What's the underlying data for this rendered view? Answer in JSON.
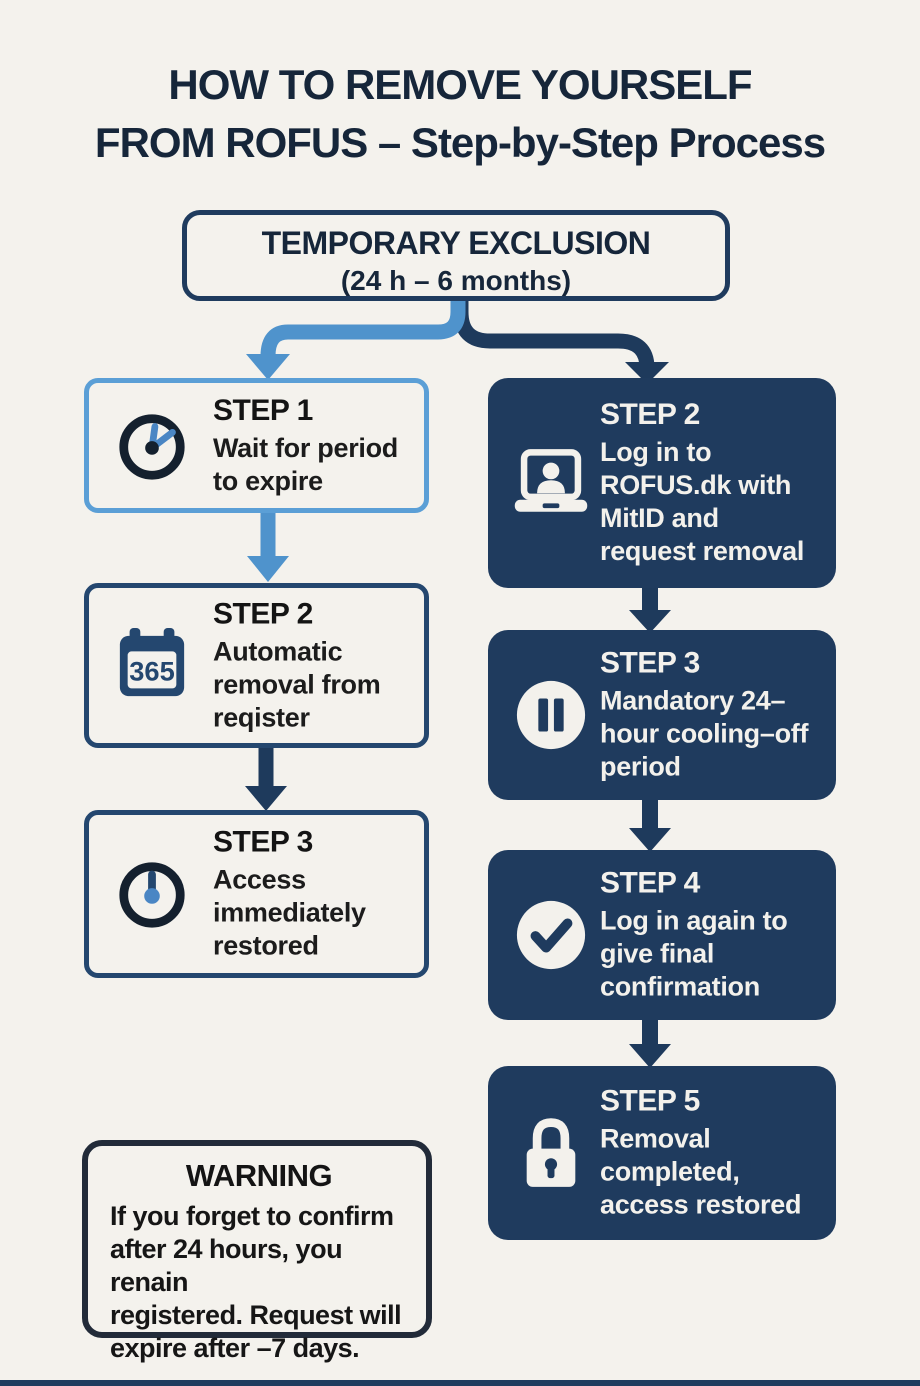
{
  "page": {
    "title_line1": "HOW TO REMOVE YOURSELF",
    "title_line2": "FROM ROFUS – Step-by-Step Process"
  },
  "root_node": {
    "title": "TEMPORARY EXCLUSION",
    "subtitle": "(24 h – 6 months)"
  },
  "left_branch": {
    "accent_color": "#4f93cc",
    "calendar_icon_text": "365",
    "steps": [
      {
        "label": "STEP 1",
        "description": "Wait for period\nto expire",
        "icon": "clock-icon"
      },
      {
        "label": "STEP 2",
        "description": "Automatic\nremoval from\nreqister",
        "icon": "calendar-365-icon"
      },
      {
        "label": "STEP 3",
        "description": "Access\nimmediately\nrestored",
        "icon": "clock-restored-icon"
      }
    ]
  },
  "right_branch": {
    "accent_color": "#1f3b5e",
    "steps": [
      {
        "label": "STEP 2",
        "description": "Log in to\nROFUS.dk with\nMitID and\nrequest removal",
        "icon": "laptop-user-icon"
      },
      {
        "label": "STEP 3",
        "description": "Mandatory 24–\nhour cooling–off\nperiod",
        "icon": "pause-icon"
      },
      {
        "label": "STEP 4",
        "description": "Log in again to\ngive final\nconfirmation",
        "icon": "check-icon"
      },
      {
        "label": "STEP 5",
        "description": "Removal\ncompleted,\naccess restored",
        "icon": "lock-icon"
      }
    ]
  },
  "warning": {
    "title": "WARNING",
    "body": "If you forget to confirm\nafter 24 hours, you renain\nregistered. Request will\nexpire after –7 days."
  },
  "colors": {
    "background": "#f4f2ed",
    "navy": "#1f3b5e",
    "navy_border": "#24476f",
    "light_blue": "#4f93cc",
    "title_text": "#16263a",
    "light_text": "#f3f1ec"
  }
}
